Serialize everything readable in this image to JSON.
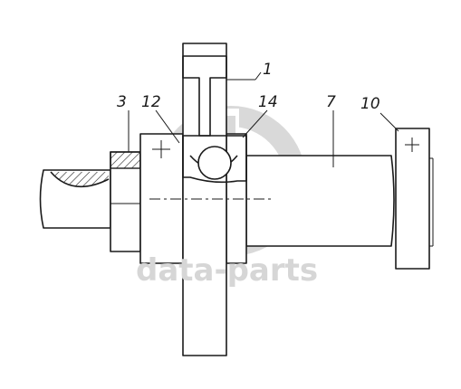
{
  "callouts": {
    "c1": "1",
    "c3": "3",
    "c7": "7",
    "c10": "10",
    "c12": "12",
    "c14": "14"
  },
  "watermark": {
    "text": "data-parts",
    "color": "#d6d6d6"
  },
  "colors": {
    "line": "#1a1a1a",
    "background": "#ffffff"
  }
}
